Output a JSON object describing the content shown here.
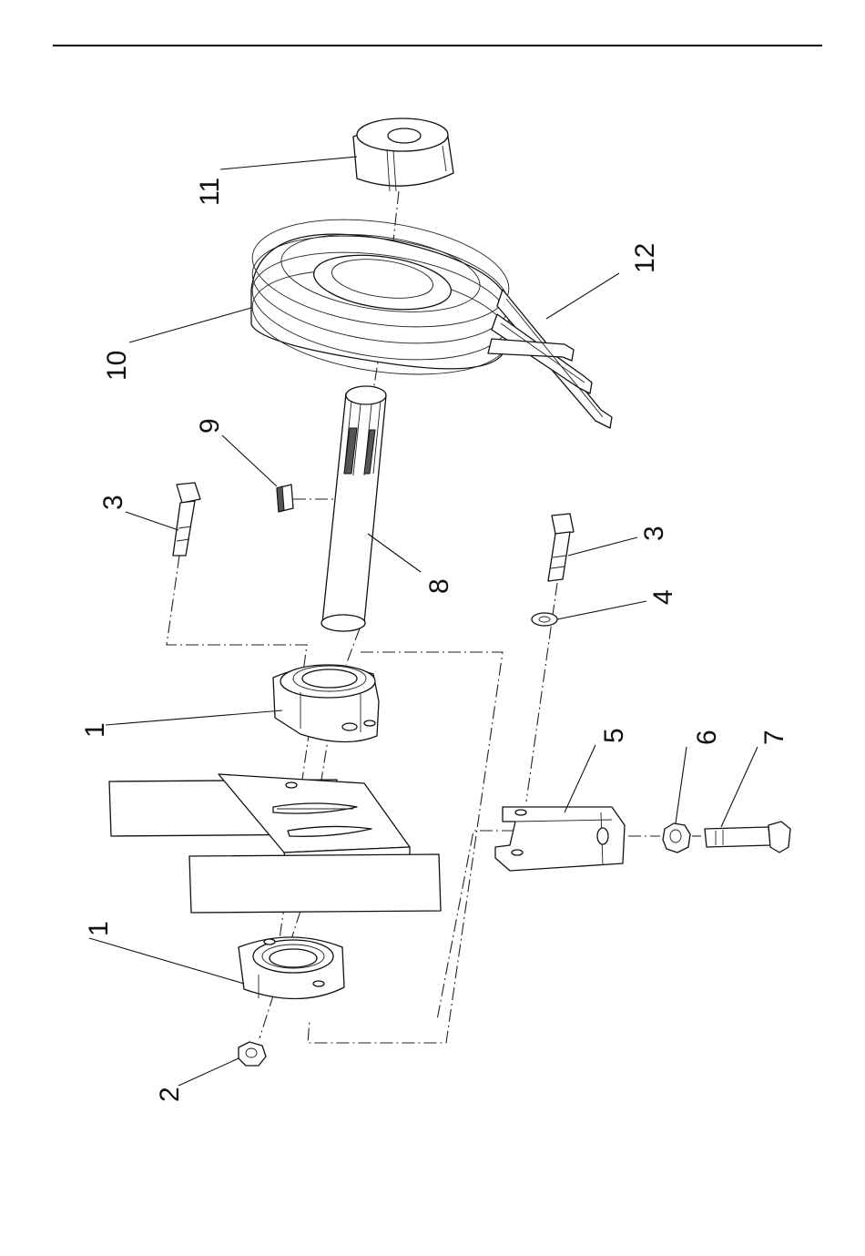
{
  "callouts": [
    {
      "id": "11",
      "text": "11"
    },
    {
      "id": "10",
      "text": "10"
    },
    {
      "id": "12",
      "text": "12"
    },
    {
      "id": "9",
      "text": "9"
    },
    {
      "id": "8",
      "text": "8"
    },
    {
      "id": "3a",
      "text": "3"
    },
    {
      "id": "3b",
      "text": "3"
    },
    {
      "id": "4",
      "text": "4"
    },
    {
      "id": "1a",
      "text": "1"
    },
    {
      "id": "1b",
      "text": "1"
    },
    {
      "id": "5",
      "text": "5"
    },
    {
      "id": "6",
      "text": "6"
    },
    {
      "id": "7",
      "text": "7"
    },
    {
      "id": "2",
      "text": "2"
    }
  ]
}
